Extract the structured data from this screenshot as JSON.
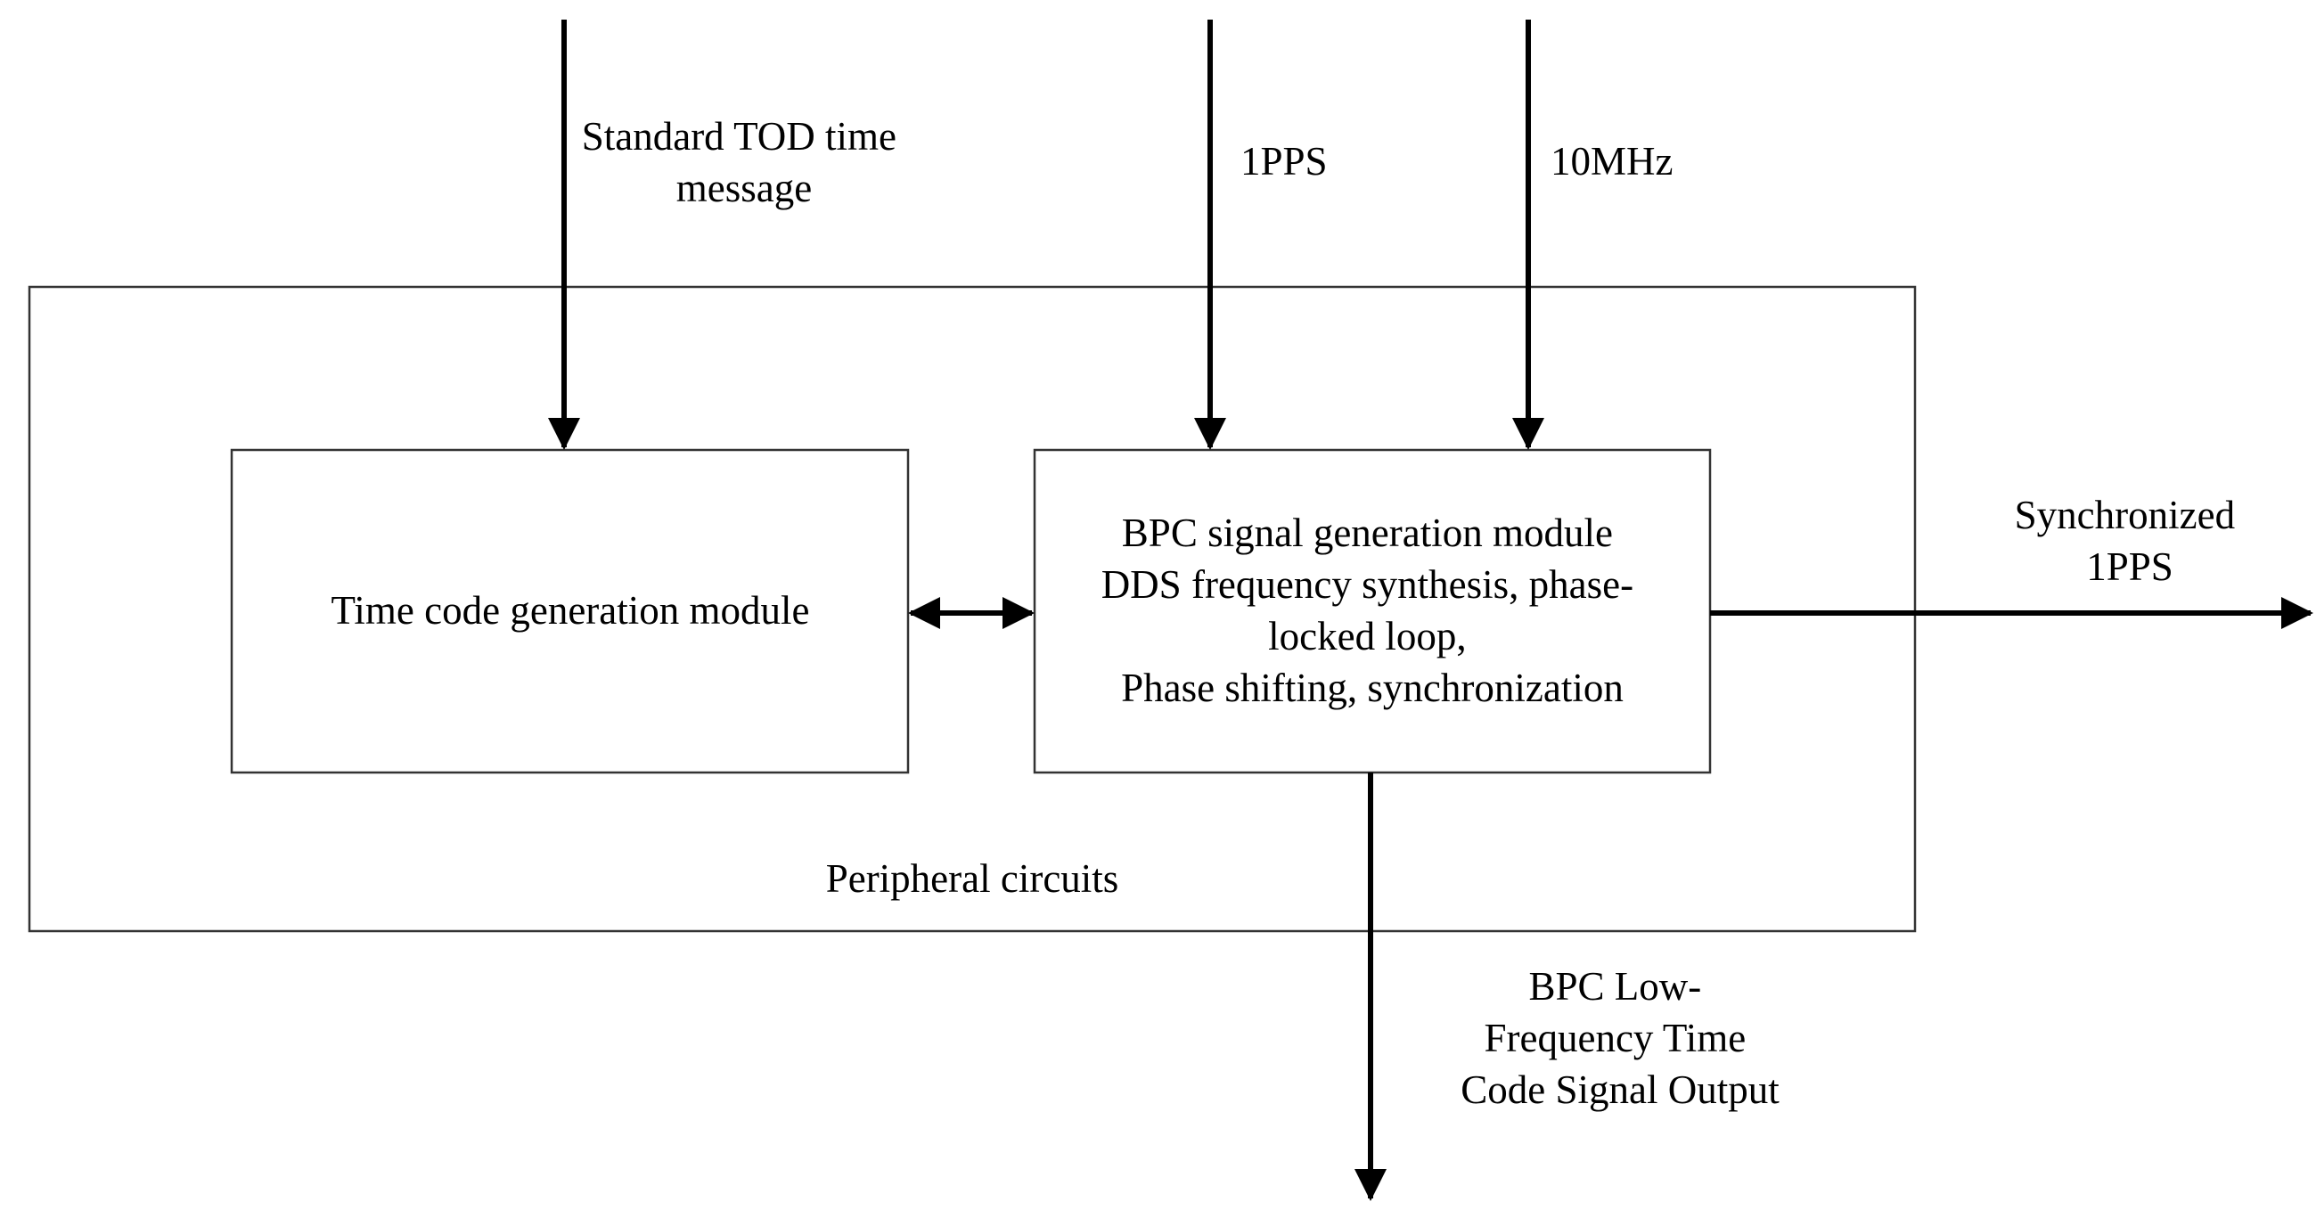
{
  "diagram": {
    "inputs": {
      "tod": [
        "Standard TOD time",
        "message"
      ],
      "pps": "1PPS",
      "clock": "10MHz"
    },
    "outer_box": {
      "label": "Peripheral circuits"
    },
    "time_code_module": {
      "label": "Time code generation module"
    },
    "bpc_module": {
      "lines": [
        "BPC signal generation module",
        "DDS frequency synthesis, phase-",
        "locked loop,",
        "Phase shifting, synchronization"
      ]
    },
    "outputs": {
      "sync_pps": [
        "Synchronized",
        "1PPS"
      ],
      "bpc_output": [
        "BPC Low-",
        "Frequency Time",
        "Code Signal Output"
      ]
    },
    "colors": {
      "line": "#000000",
      "box_border": "#333333",
      "background": "#ffffff"
    }
  }
}
